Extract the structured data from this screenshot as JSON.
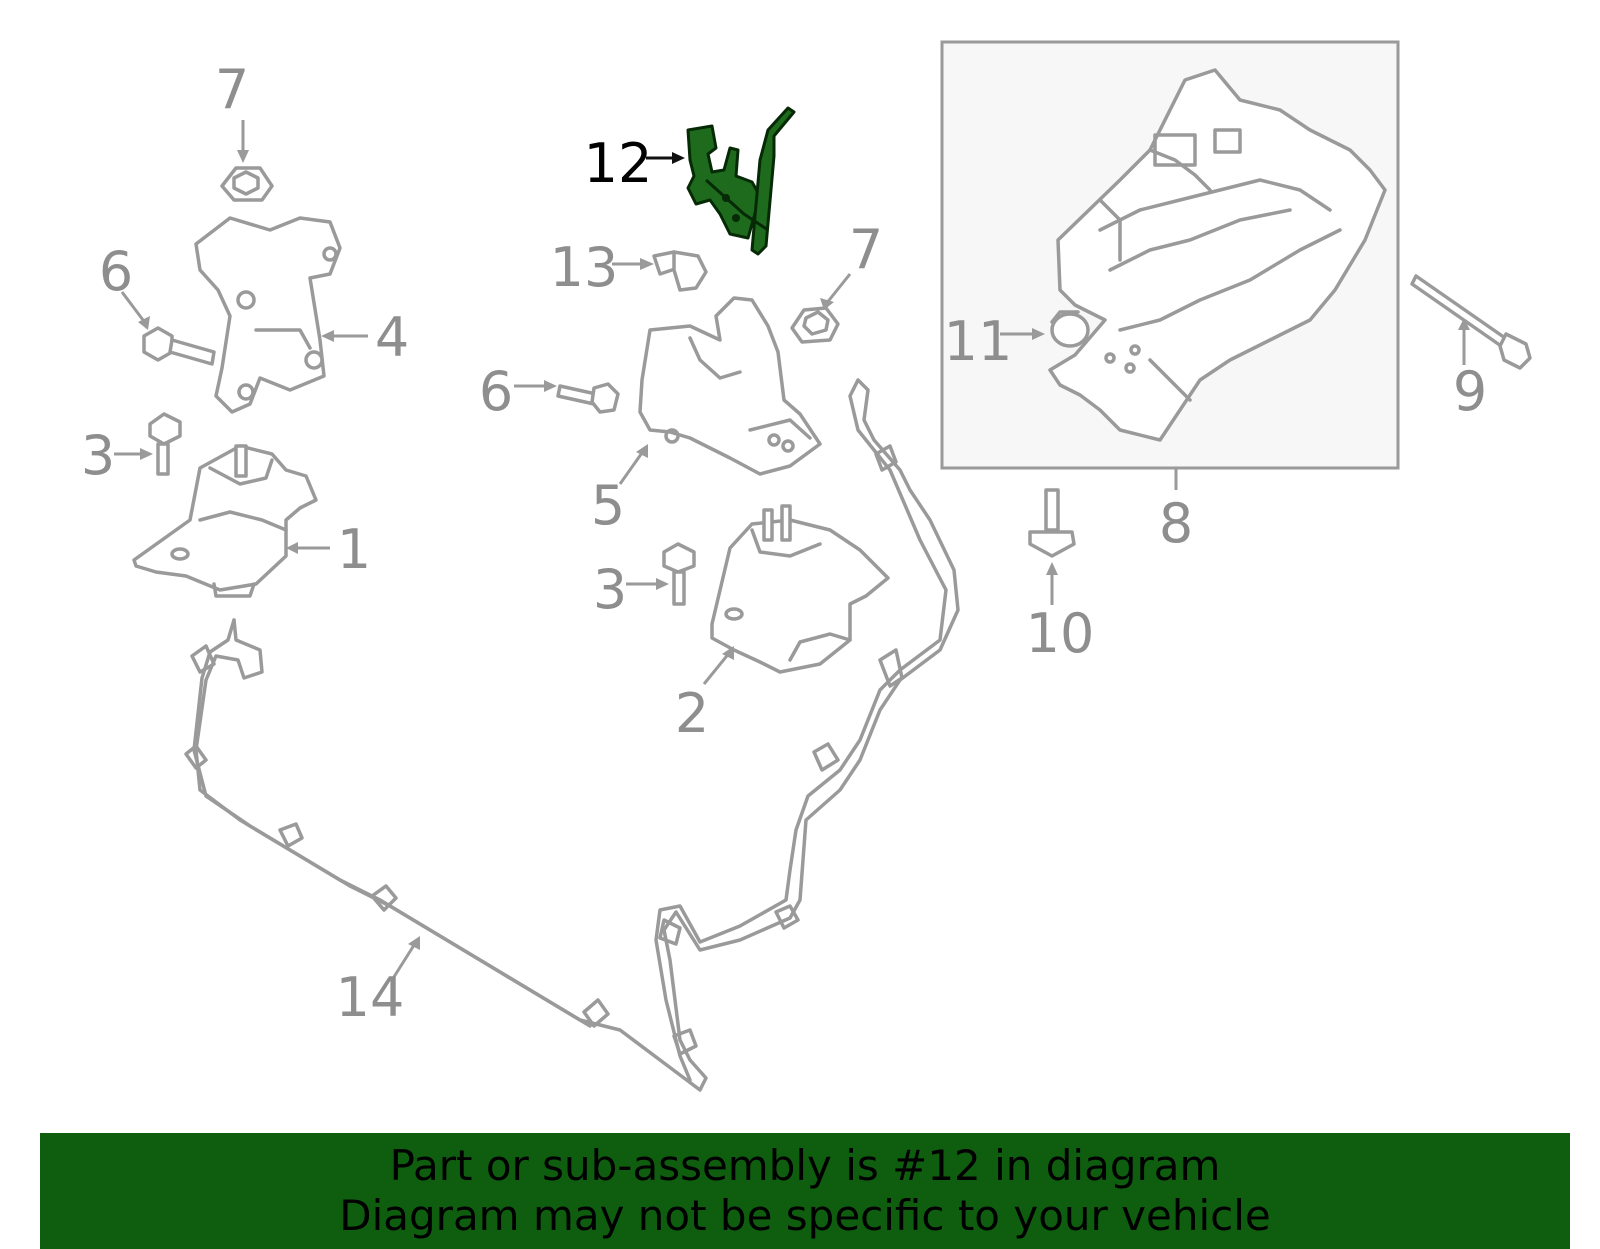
{
  "callouts": {
    "c1": "1",
    "c2": "2",
    "c3a": "3",
    "c3b": "3",
    "c4": "4",
    "c5": "5",
    "c6a": "6",
    "c6b": "6",
    "c7a": "7",
    "c7b": "7",
    "c8": "8",
    "c9": "9",
    "c10": "10",
    "c11": "11",
    "c12": "12",
    "c13": "13",
    "c14": "14"
  },
  "highlight_callout": "12",
  "colors": {
    "part_stroke": "#9a9a9a",
    "highlight_fill": "#1e6b1e",
    "banner_bg": "#0f5e0f",
    "inset_bg": "#f7f7f7"
  },
  "banner": {
    "line1": "Part or sub-assembly is #12 in diagram",
    "line2": "Diagram may not be specific to your vehicle"
  }
}
